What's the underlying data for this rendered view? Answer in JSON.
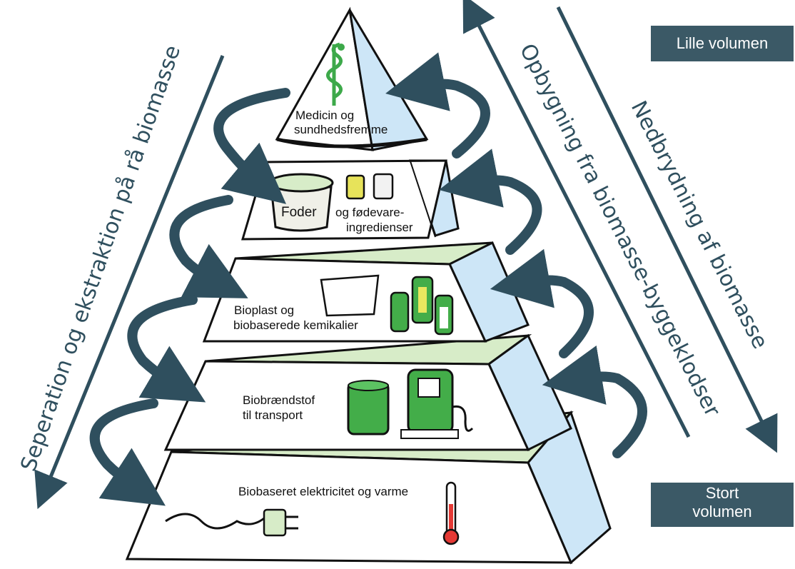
{
  "tiers": [
    {
      "line1": "Medicin og",
      "line2": "sundhedsfremme"
    },
    {
      "line1": "Foder",
      "line2": "og fødevare-",
      "line3": "ingredienser"
    },
    {
      "line1": "Bioplast og",
      "line2": "biobaserede kemikalier"
    },
    {
      "line1": "Biobrændstof",
      "line2": "til transport"
    },
    {
      "line1": "Biobaseret elektricitet og varme"
    }
  ],
  "left_arrow_label": "Seperation og ekstraktion på rå biomasse",
  "right_arrow_label_up": "Opbygning fra biomasse-byggeklodser",
  "right_arrow_label_down": "Nedbrydning af biomasse",
  "volume_small": "Lille volumen",
  "volume_large_line1": "Stort",
  "volume_large_line2": "volumen",
  "colors": {
    "arrow": "#2f4f5e",
    "box": "#3b5966",
    "tier_top": "#d7ecc8",
    "tier_side": "#cde6f7",
    "icon_green": "#4caf50"
  }
}
